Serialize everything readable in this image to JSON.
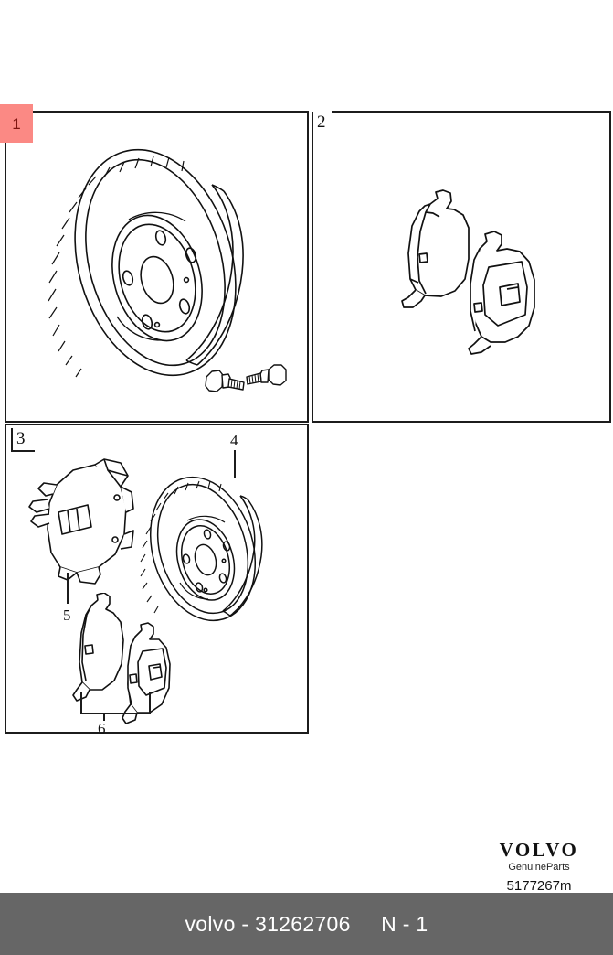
{
  "document": {
    "type": "parts-diagram",
    "background_color": "#ffffff"
  },
  "panels": [
    {
      "id": "panel-1",
      "label": "1",
      "highlighted": true,
      "highlight_color": "#fb8984",
      "highlight_text_color": "#7d1410",
      "contents": "brake disc with two mounting bolts"
    },
    {
      "id": "panel-2",
      "label": "2",
      "highlighted": false,
      "contents": "pair of brake pads"
    },
    {
      "id": "panel-3",
      "label": "3",
      "highlighted": false,
      "contents": "brake caliper, brake disc and brake pad set"
    }
  ],
  "callouts": [
    {
      "id": "callout-4",
      "label": "4",
      "target": "brake-disc"
    },
    {
      "id": "callout-5",
      "label": "5",
      "target": "brake-caliper"
    },
    {
      "id": "callout-6",
      "label": "6",
      "target": "brake-pad-set"
    }
  ],
  "brand": {
    "wordmark": "VOLVO",
    "tagline": "GenuineParts",
    "part_number": "5177267m"
  },
  "footer": {
    "text": "volvo - 31262706     N - 1",
    "background_color": "#666666",
    "text_color": "#ffffff"
  }
}
